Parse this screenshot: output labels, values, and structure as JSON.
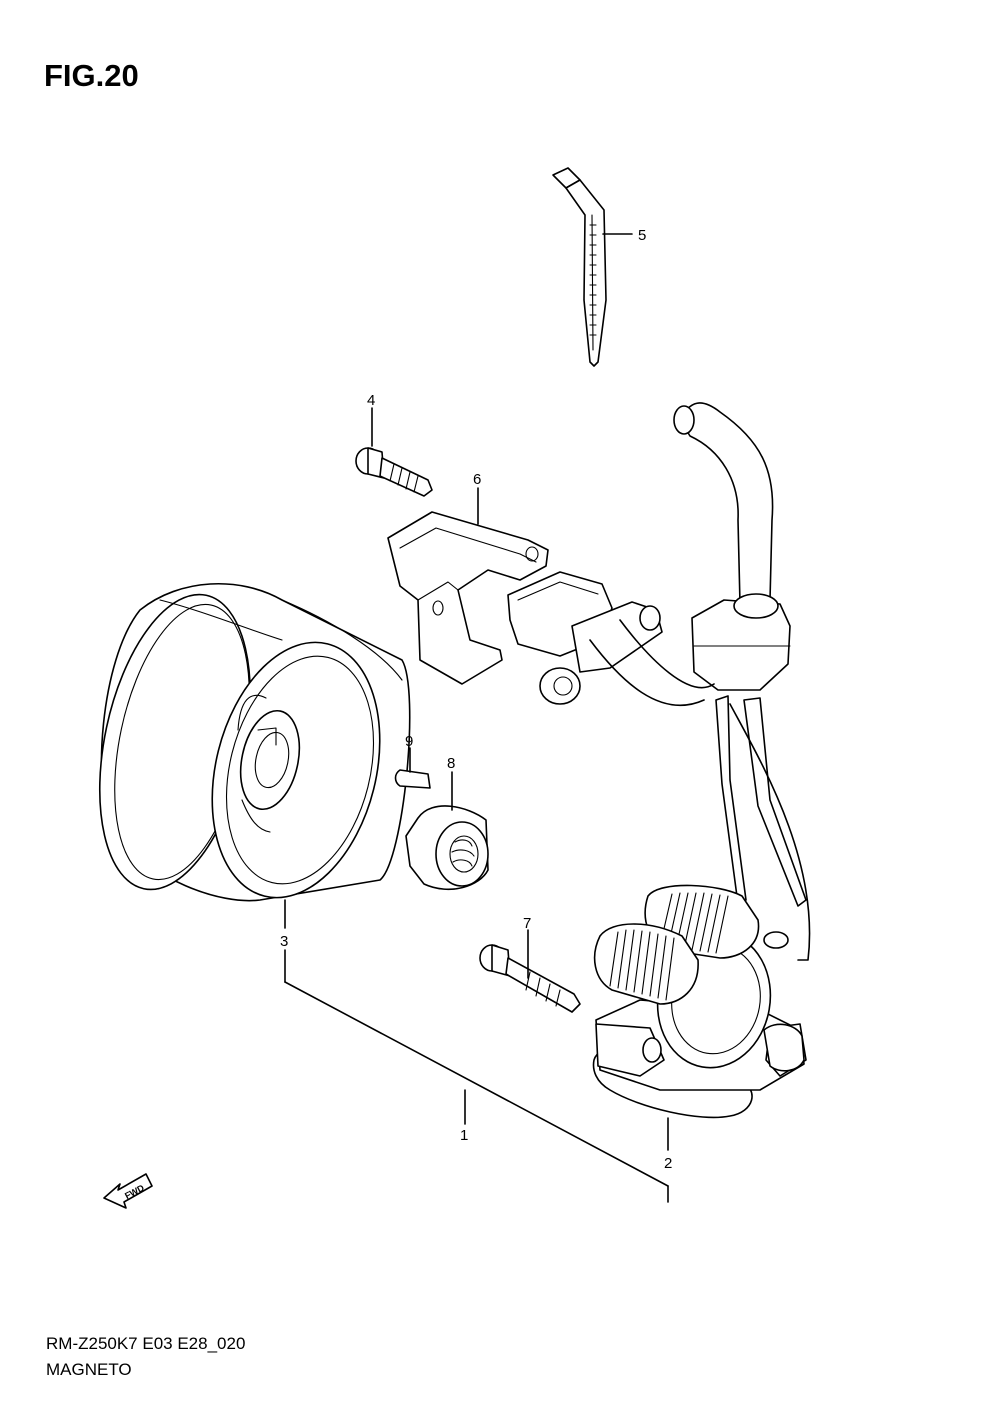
{
  "figure": {
    "title": "FIG.20",
    "code": "RM-Z250K7 E03 E28_020",
    "name": "MAGNETO"
  },
  "callouts": [
    "1",
    "2",
    "3",
    "4",
    "5",
    "6",
    "7",
    "8",
    "9"
  ],
  "direction_badge": "FWD",
  "colors": {
    "ink": "#000000",
    "paper": "#ffffff"
  }
}
